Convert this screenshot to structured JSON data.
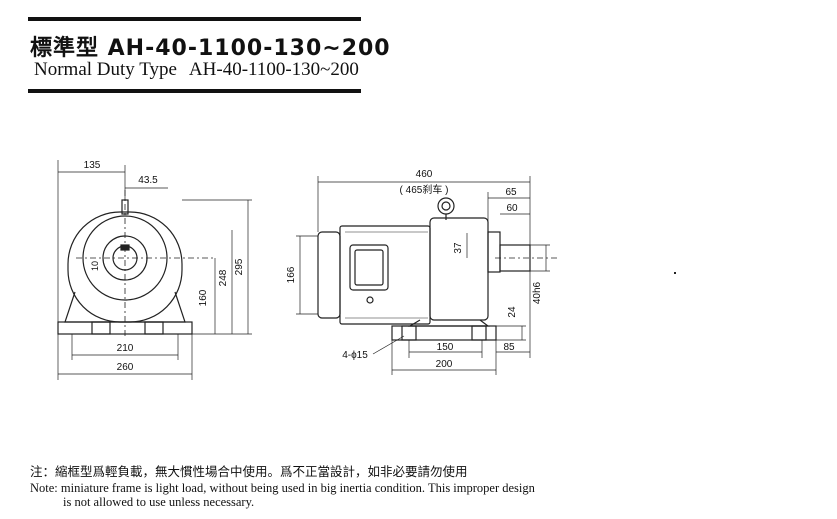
{
  "header": {
    "title_cn": "標準型 AH-40-1100-130~200",
    "title_en": "Normal Duty Type",
    "title_model": "AH-40-1100-130~200"
  },
  "front_view": {
    "dims": {
      "top_width": "135",
      "shaft_offset": "43.5",
      "key_width": "10",
      "shaft_height": "160",
      "center_height": "248",
      "total_height": "295",
      "base_mount": "210",
      "base_width": "260"
    }
  },
  "side_view": {
    "dims": {
      "total_length": "460",
      "brake_length": "( 465刹车 )",
      "shaft_length": "65",
      "shaft_key": "60",
      "gear_height": "37",
      "motor_height": "166",
      "shaft_dia": "40h6",
      "base_thickness": "24",
      "holes": "4-ϕ15",
      "hole_spacing": "150",
      "shaft_to_base": "85",
      "base_length": "200"
    }
  },
  "notes": {
    "cn": "注：縮框型爲輕負載，無大慣性場合中使用。爲不正當設計，如非必要請勿使用",
    "en_line1": "Note: miniature frame is light load, without being used in big inertia condition. This improper design",
    "en_line2": "is not allowed to use unless necessary."
  }
}
